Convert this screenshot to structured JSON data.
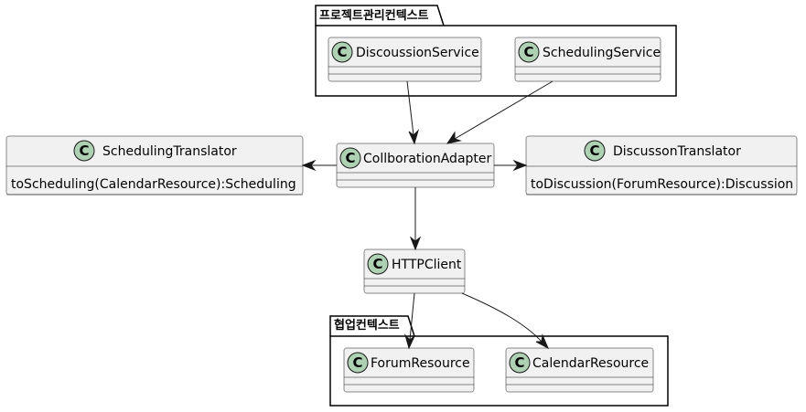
{
  "packages": {
    "project_mgmt": {
      "label": "프로젝트관리컨텍스트"
    },
    "collab": {
      "label": "협업컨텍스트"
    }
  },
  "classes": {
    "discoussion_service": {
      "name": "DiscoussionService",
      "stereotype_letter": "C"
    },
    "scheduling_service": {
      "name": "SchedulingService",
      "stereotype_letter": "C"
    },
    "scheduling_translator": {
      "name": "SchedulingTranslator",
      "stereotype_letter": "C",
      "method": "toScheduling(CalendarResource):Scheduling"
    },
    "collboration_adapter": {
      "name": "CollborationAdapter",
      "stereotype_letter": "C"
    },
    "discusson_translator": {
      "name": "DiscussonTranslator",
      "stereotype_letter": "C",
      "method": "toDiscussion(ForumResource):Discussion"
    },
    "http_client": {
      "name": "HTTPClient",
      "stereotype_letter": "C"
    },
    "forum_resource": {
      "name": "ForumResource",
      "stereotype_letter": "C"
    },
    "calendar_resource": {
      "name": "CalendarResource",
      "stereotype_letter": "C"
    }
  },
  "colors": {
    "class_fill": "#F1F1F1",
    "class_stroke": "#181818",
    "circle_fill": "#ADD1B2",
    "edge": "#181818"
  }
}
